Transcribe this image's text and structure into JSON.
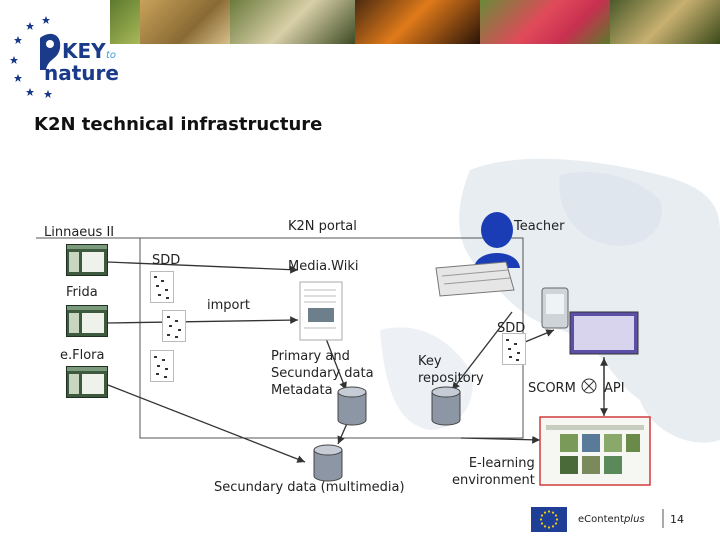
{
  "title": "K2N technical infrastructure",
  "logo": {
    "line1": "KEY",
    "line2": "nature",
    "small": "to"
  },
  "diagram": {
    "linnaeus": "Linnaeus II",
    "k2n_portal": "K2N portal",
    "teacher": "Teacher",
    "sdd_top": "SDD",
    "mediawiki": "Media.Wiki",
    "frida": "Frida",
    "import": "import",
    "sdd_right": "SDD",
    "eflora": "e.Flora",
    "primary": "Primary and\nSecundary data\nMetadata",
    "key_repo": "Key\nrepository",
    "scorm": "SCORM",
    "api": "API",
    "elearning": "E-learning\nenvironment",
    "secundary": "Secundary data (multimedia)"
  },
  "footer": {
    "econtent": "eContent",
    "econtent_plus": "plus",
    "page": "14"
  },
  "icons": [
    "user-icon",
    "keyboard-icon",
    "database-icon",
    "pda-icon",
    "monitor-icon",
    "eu-flag-icon",
    "star-icon"
  ],
  "colors": {
    "accent_red": "#d23c3c",
    "eu_blue": "#1f3f96",
    "user_blue": "#1a3db5"
  }
}
